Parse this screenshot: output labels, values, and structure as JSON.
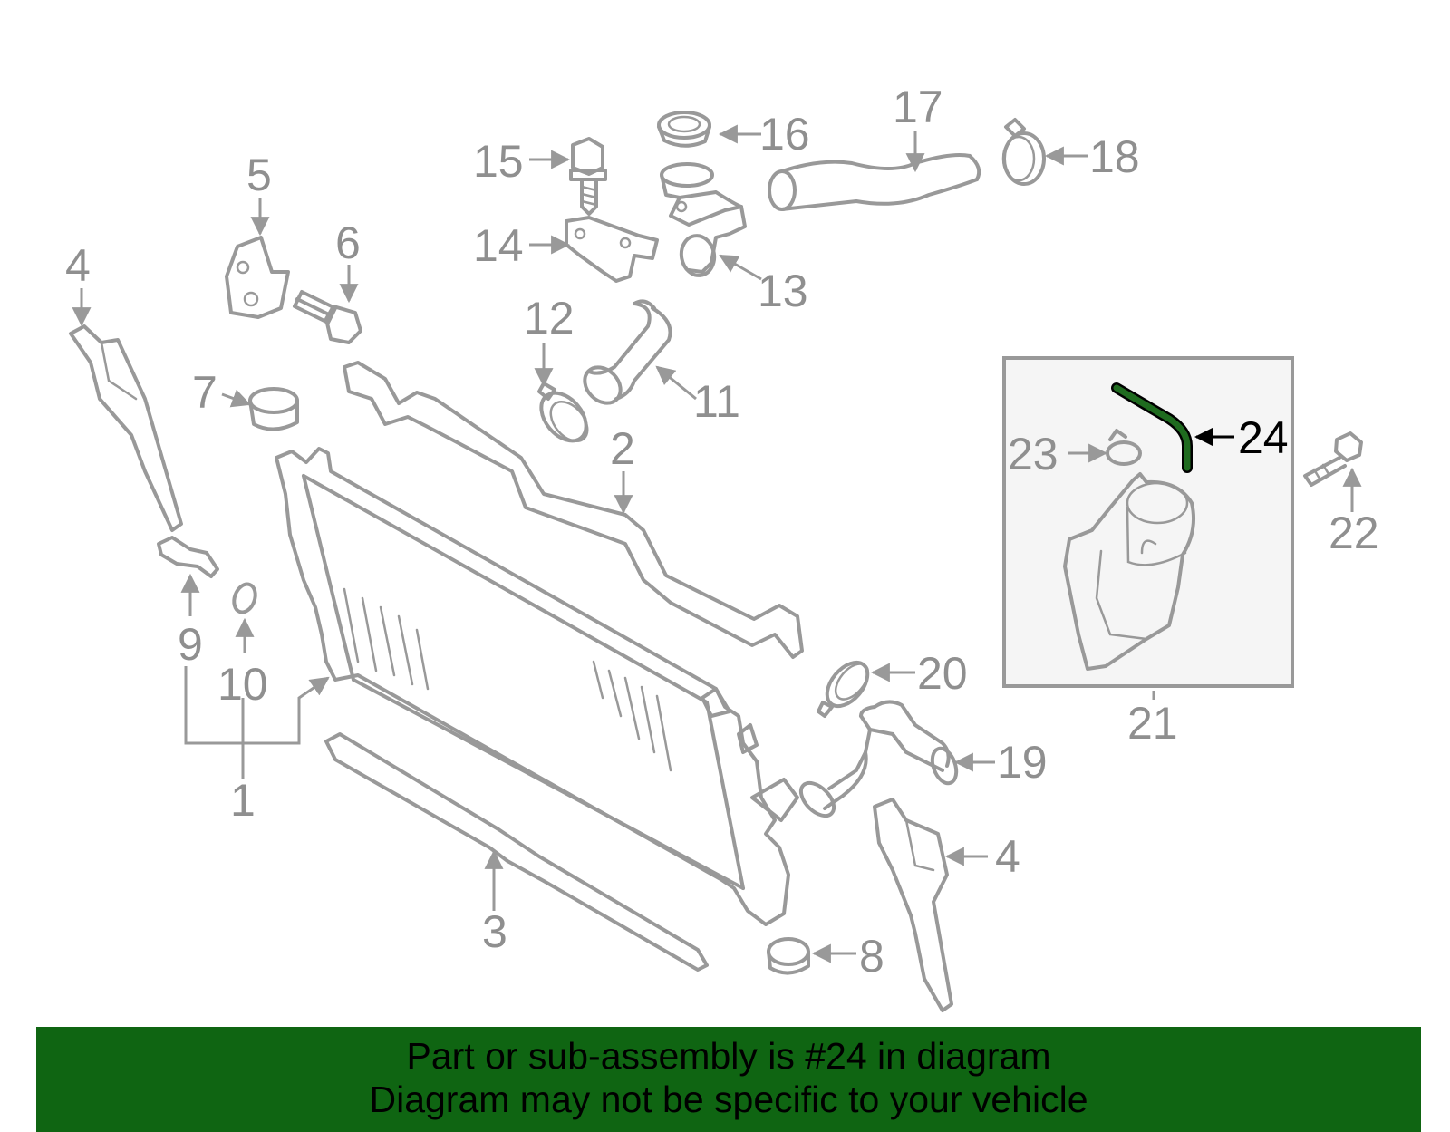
{
  "callouts": {
    "c1": "1",
    "c2": "2",
    "c3": "3",
    "c4a": "4",
    "c4b": "4",
    "c5": "5",
    "c6": "6",
    "c7": "7",
    "c8": "8",
    "c9": "9",
    "c10": "10",
    "c11": "11",
    "c12": "12",
    "c13": "13",
    "c14": "14",
    "c15": "15",
    "c16": "16",
    "c17": "17",
    "c18": "18",
    "c19": "19",
    "c20": "20",
    "c21": "21",
    "c22": "22",
    "c23": "23",
    "c24": "24"
  },
  "highlight": {
    "part_number": "24",
    "color": "#1f6b1f"
  },
  "banner": {
    "line1": "Part or sub-assembly is #24 in diagram",
    "line2": "Diagram may not be specific to your vehicle",
    "color": "#0f6512"
  }
}
